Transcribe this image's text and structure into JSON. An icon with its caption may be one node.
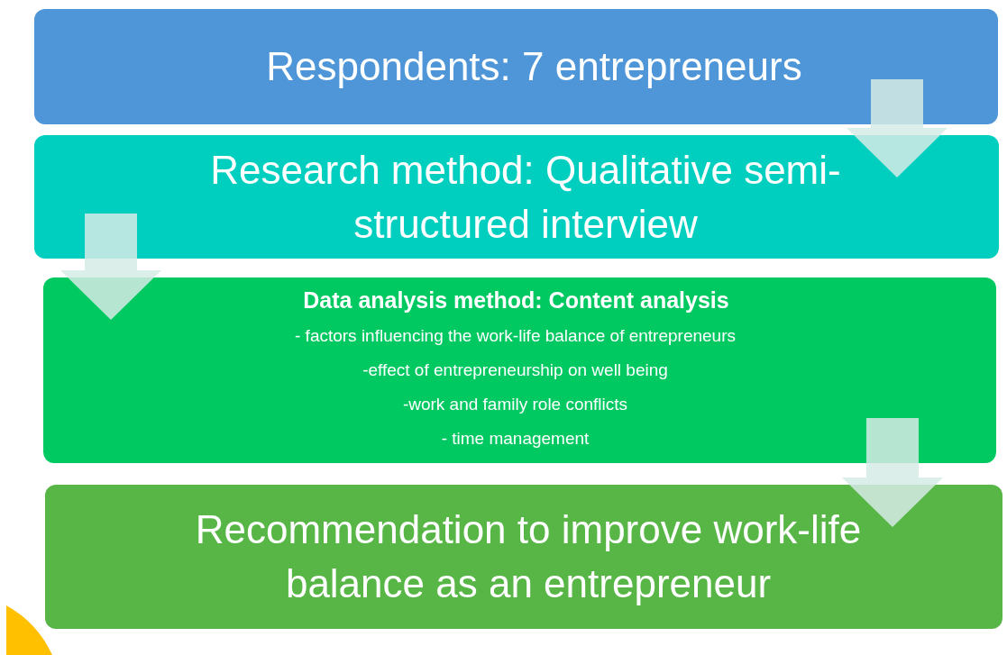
{
  "diagram": {
    "nodes": [
      {
        "text": [
          "Respondents: 7 entrepreneurs"
        ]
      },
      {
        "text": [
          "Research method: Qualitative semi-structured interview"
        ]
      },
      {
        "text": [
          "Data analysis method: Content analysis",
          "- factors influencing the work-life balance of entrepreneurs",
          "-effect of entrepreneurship on well being",
          "-work and family role conflicts",
          "- time management"
        ]
      },
      {
        "text": [
          "Recommendation to improve work-life balance as an entrepreneur"
        ]
      }
    ],
    "edges": [
      {
        "from": 0,
        "to": 1,
        "arrow": "to"
      },
      {
        "from": 1,
        "to": 2,
        "arrow": "to"
      },
      {
        "from": 2,
        "to": 3,
        "arrow": "to"
      }
    ]
  }
}
